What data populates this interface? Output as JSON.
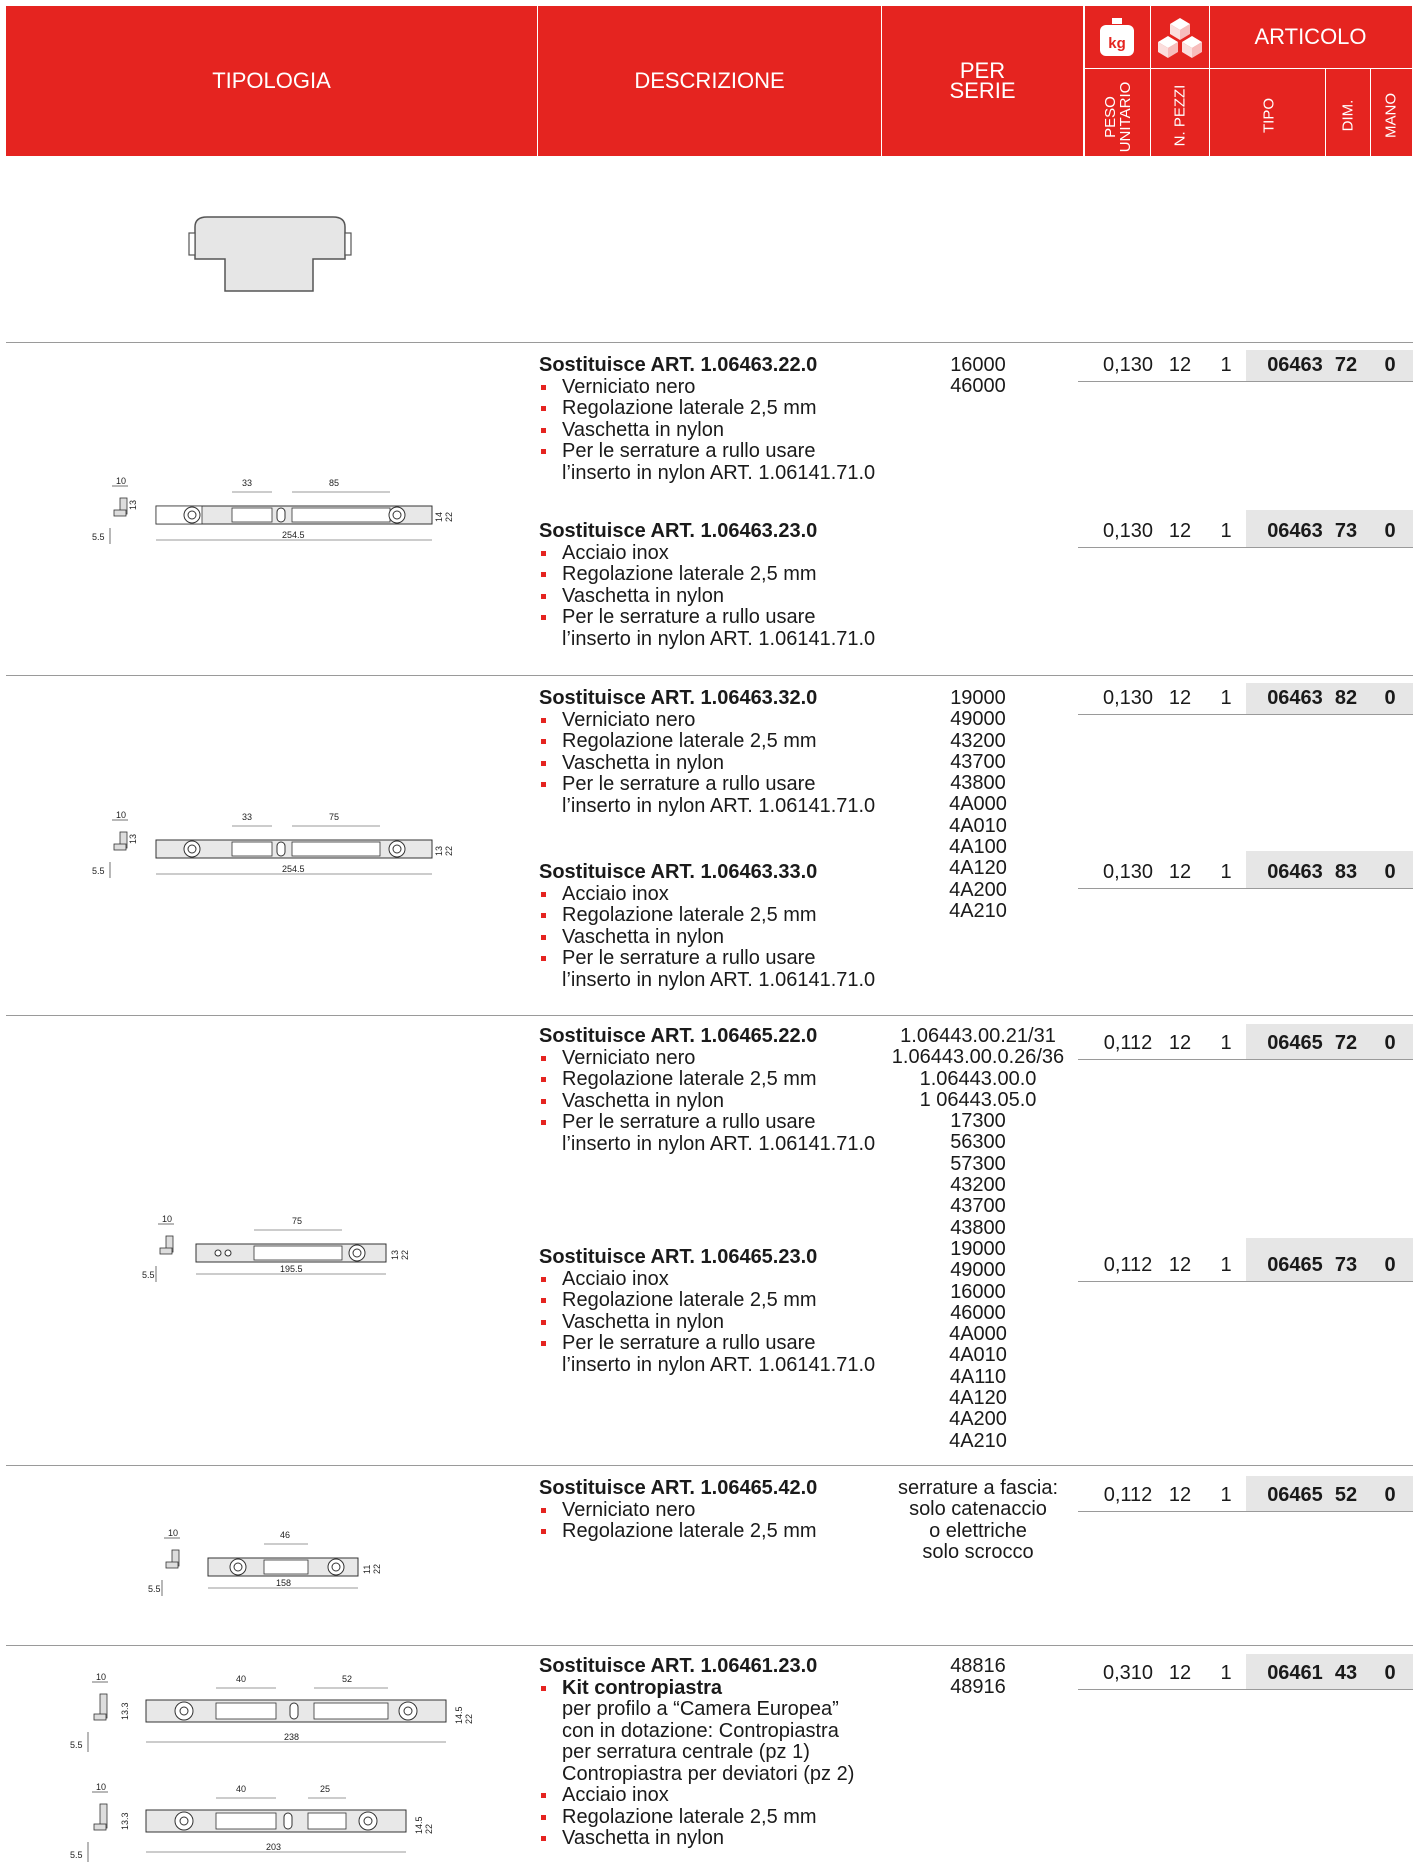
{
  "header": {
    "tipologia": "TIPOLOGIA",
    "descrizione": "DESCRIZIONE",
    "per_serie_1": "PER",
    "per_serie_2": "SERIE",
    "peso_1": "PESO",
    "peso_2": "UNITARIO",
    "n_pezzi": "N. PEZZI",
    "articolo": "ARTICOLO",
    "tipo": "TIPO",
    "dim": "DIM.",
    "mano": "MANO",
    "kg_icon_label": "kg"
  },
  "sections": [
    {
      "series": [
        "16000",
        "46000"
      ],
      "items": [
        {
          "title": "Sostituisce ART. 1.06463.22.0",
          "bullets": [
            "Verniciato nero",
            "Regolazione laterale 2,5 mm",
            "Vaschetta in nylon",
            "Per le serrature a rullo usare"
          ],
          "cont": "l’inserto in nylon ART. 1.06141.71.0",
          "peso": "0,130",
          "npz": "12",
          "one": "1",
          "tipo": "06463",
          "dim": "72",
          "mano": "0"
        },
        {
          "title": "Sostituisce ART. 1.06463.23.0",
          "bullets": [
            "Acciaio inox",
            "Regolazione laterale 2,5 mm",
            "Vaschetta in nylon",
            "Per le serrature a rullo usare"
          ],
          "cont": "l’inserto in nylon ART. 1.06141.71.0",
          "peso": "0,130",
          "npz": "12",
          "one": "1",
          "tipo": "06463",
          "dim": "73",
          "mano": "0"
        }
      ],
      "drawing": {
        "a": "10",
        "b": "13",
        "c": "5.5",
        "d": "33",
        "e": "85",
        "f": "14",
        "g": "22",
        "len": "254.5"
      }
    },
    {
      "series": [
        "19000",
        "49000",
        "43200",
        "43700",
        "43800",
        "4A000",
        "4A010",
        "4A100",
        "4A120",
        "4A200",
        "4A210"
      ],
      "items": [
        {
          "title": "Sostituisce ART. 1.06463.32.0",
          "bullets": [
            "Verniciato nero",
            "Regolazione laterale 2,5 mm",
            "Vaschetta in nylon",
            "Per le serrature a rullo usare"
          ],
          "cont": "l’inserto in nylon ART. 1.06141.71.0",
          "peso": "0,130",
          "npz": "12",
          "one": "1",
          "tipo": "06463",
          "dim": "82",
          "mano": "0"
        },
        {
          "title": "Sostituisce ART. 1.06463.33.0",
          "bullets": [
            "Acciaio inox",
            "Regolazione laterale 2,5 mm",
            "Vaschetta in nylon",
            "Per le serrature a rullo usare"
          ],
          "cont": "l’inserto in nylon ART. 1.06141.71.0",
          "peso": "0,130",
          "npz": "12",
          "one": "1",
          "tipo": "06463",
          "dim": "83",
          "mano": "0"
        }
      ],
      "drawing": {
        "a": "10",
        "b": "13",
        "c": "5.5",
        "d": "33",
        "e": "75",
        "f": "13",
        "g": "22",
        "len": "254.5"
      }
    },
    {
      "series": [
        "1.06443.00.21/31",
        "1.06443.00.0.26/36",
        "1.06443.00.0",
        "1 06443.05.0",
        "17300",
        "56300",
        "57300",
        "43200",
        "43700",
        "43800",
        "19000",
        "49000",
        "16000",
        "46000",
        "4A000",
        "4A010",
        "4A110",
        "4A120",
        "4A200",
        "4A210"
      ],
      "items": [
        {
          "title": "Sostituisce ART. 1.06465.22.0",
          "bullets": [
            "Verniciato nero",
            "Regolazione laterale 2,5 mm",
            "Vaschetta in nylon",
            "Per le serrature a rullo usare"
          ],
          "cont": "l’inserto in nylon ART. 1.06141.71.0",
          "peso": "0,112",
          "npz": "12",
          "one": "1",
          "tipo": "06465",
          "dim": "72",
          "mano": "0"
        },
        {
          "title": "Sostituisce ART. 1.06465.23.0",
          "bullets": [
            "Acciaio inox",
            "Regolazione laterale 2,5 mm",
            "Vaschetta in nylon",
            "Per le serrature a rullo usare"
          ],
          "cont": "l’inserto in nylon ART. 1.06141.71.0",
          "peso": "0,112",
          "npz": "12",
          "one": "1",
          "tipo": "06465",
          "dim": "73",
          "mano": "0"
        }
      ],
      "drawing": {
        "a": "10",
        "b": "13",
        "c": "5.5",
        "e": "75",
        "g": "22",
        "len": "195.5"
      }
    },
    {
      "series": [
        "serrature a fascia:",
        "solo catenaccio",
        "o elettriche",
        "solo scrocco"
      ],
      "items": [
        {
          "title": "Sostituisce ART. 1.06465.42.0",
          "bullets": [
            "Verniciato nero",
            "Regolazione laterale 2,5 mm"
          ],
          "peso": "0,112",
          "npz": "12",
          "one": "1",
          "tipo": "06465",
          "dim": "52",
          "mano": "0"
        }
      ],
      "drawing": {
        "a": "10",
        "b": "11",
        "c": "5.5",
        "e": "46",
        "g": "22",
        "len": "158"
      }
    },
    {
      "series": [
        "48816",
        "48916"
      ],
      "items": [
        {
          "title": "Sostituisce ART. 1.06461.23.0",
          "kit": "Kit contropiastra",
          "kit_lines": [
            "per profilo a “Camera Europea”",
            "con in dotazione: Contropiastra",
            "per serratura centrale (pz 1)",
            "Contropiastra per deviatori (pz 2)"
          ],
          "bullets": [
            "Acciaio inox",
            "Regolazione laterale 2,5 mm",
            "Vaschetta in nylon"
          ],
          "peso": "0,310",
          "npz": "12",
          "one": "1",
          "tipo": "06461",
          "dim": "43",
          "mano": "0"
        }
      ],
      "drawing1": {
        "a": "10",
        "b": "13.3",
        "c": "5.5",
        "d": "40",
        "e": "52",
        "f": "14.5",
        "g": "22",
        "len": "238"
      },
      "drawing2": {
        "a": "10",
        "b": "13.3",
        "c": "5.5",
        "d": "40",
        "e": "25",
        "f": "14.5",
        "g": "22",
        "len": "203"
      }
    }
  ]
}
